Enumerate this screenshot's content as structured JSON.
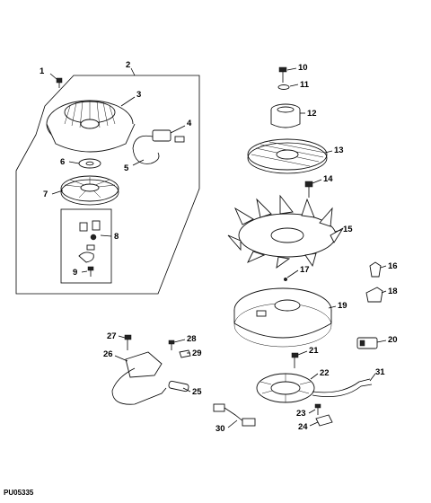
{
  "diagram": {
    "reference_code": "PU05335",
    "callouts": [
      "1",
      "2",
      "3",
      "4",
      "5",
      "6",
      "7",
      "8",
      "9",
      "10",
      "11",
      "12",
      "13",
      "14",
      "15",
      "16",
      "17",
      "18",
      "19",
      "20",
      "21",
      "22",
      "23",
      "24",
      "25",
      "26",
      "27",
      "28",
      "29",
      "30",
      "31"
    ]
  }
}
